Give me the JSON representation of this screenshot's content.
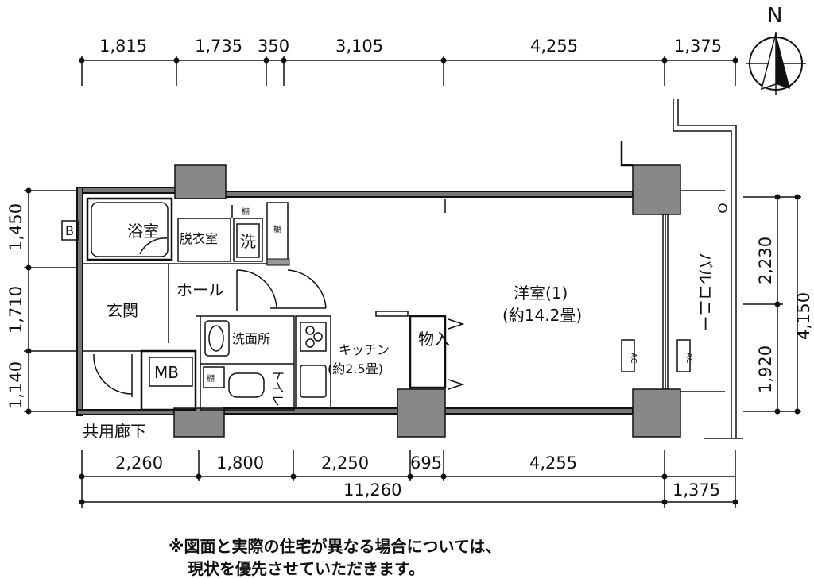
{
  "compass": {
    "label": "N"
  },
  "dimensions": {
    "top": [
      "1,815",
      "1,735",
      "350",
      "3,105",
      "4,255",
      "1,375"
    ],
    "left": [
      "1,450",
      "1,710",
      "1,140"
    ],
    "right_inner": [
      "2,230",
      "1,920"
    ],
    "right_outer": "4,150",
    "bottom_row1": [
      "2,260",
      "1,800",
      "2,250",
      "695",
      "4,255"
    ],
    "bottom_row2": [
      "11,260",
      "1,375"
    ]
  },
  "rooms": {
    "bath": "浴室",
    "dressing": "脱衣室",
    "washer": "洗",
    "shelf_top": "棚",
    "shelf_side": "棚",
    "shelf_toilet": "棚",
    "hall": "ホール",
    "entrance": "玄関",
    "washroom": "洗面所",
    "mb": "MB",
    "toilet": "トイレ",
    "kitchen": "キッチン",
    "kitchen_size": "(約2.5畳)",
    "storage": "物入",
    "western_room": "洋室(1)",
    "western_room_size": "(約14.2畳)",
    "balcony": "バルコニー",
    "corridor": "共用廊下",
    "b_label": "B",
    "ac1": "AC",
    "ac2": "AC"
  },
  "notes": {
    "line1": "※図面と実際の住宅が異なる場合については、",
    "line2": "現状を優先させていただきます。"
  }
}
